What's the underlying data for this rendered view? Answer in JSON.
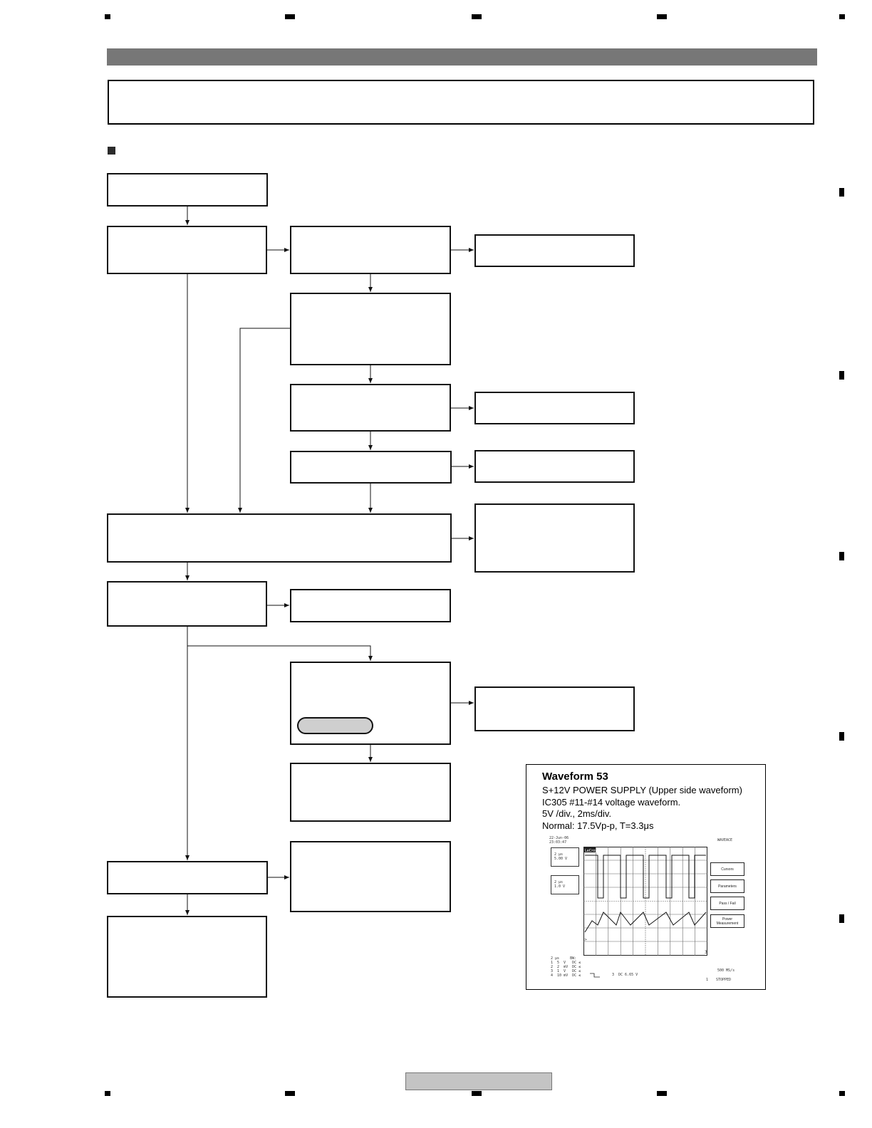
{
  "waveform": {
    "title": "Waveform 53",
    "lines": [
      "S+12V POWER SUPPLY (Upper side waveform)",
      "IC305 #11-#14 voltage waveform.",
      "5V /div., 2ms/div.",
      "Normal: 17.5Vp-p, T=3.3μs"
    ],
    "scope": {
      "date": "22-Jun-06",
      "time": "23:03:47",
      "brand": "LeCroy",
      "model": "WAVEACE",
      "ch1_timebase": "2 μs",
      "ch1_scale": "5.00 V",
      "ch2_timebase": "2 μs",
      "ch2_scale": "1.0 V",
      "side_buttons": [
        "Cursors",
        "Parameters",
        "Pass / Fail",
        "Power\nMeasurement"
      ],
      "bottom_left": "2 μs     BW:\n1  5  V   DC ≤\n2  2  mV  DC ≤\n3  1  V   DC ≤\n4  10 mV  DC ≤",
      "trigger_info": "3  DC 6.65 V",
      "sample_rate": "500 MS/s",
      "acq_state": "STOPPED",
      "acq_index": "1"
    }
  }
}
